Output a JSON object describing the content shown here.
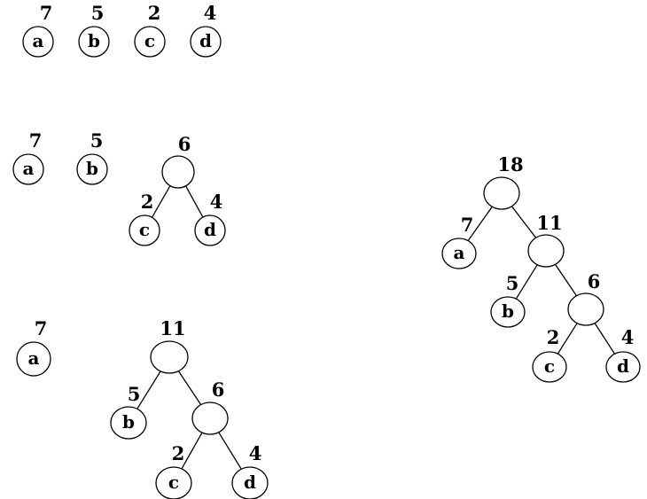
{
  "watermark": "",
  "stages": [
    {
      "id": "stage-1",
      "nodes": [
        {
          "id": "a",
          "label": "a",
          "weight": "7"
        },
        {
          "id": "b",
          "label": "b",
          "weight": "5"
        },
        {
          "id": "c",
          "label": "c",
          "weight": "2"
        },
        {
          "id": "d",
          "label": "d",
          "weight": "4"
        }
      ],
      "edges": []
    },
    {
      "id": "stage-2",
      "nodes": [
        {
          "id": "a",
          "label": "a",
          "weight": "7"
        },
        {
          "id": "b",
          "label": "b",
          "weight": "5"
        },
        {
          "id": "n6",
          "label": "",
          "weight": "6"
        },
        {
          "id": "c",
          "label": "c",
          "weight": "2"
        },
        {
          "id": "d",
          "label": "d",
          "weight": "4"
        }
      ],
      "edges": [
        [
          "n6",
          "c"
        ],
        [
          "n6",
          "d"
        ]
      ]
    },
    {
      "id": "stage-3",
      "nodes": [
        {
          "id": "a",
          "label": "a",
          "weight": "7"
        },
        {
          "id": "n11",
          "label": "",
          "weight": "11"
        },
        {
          "id": "b",
          "label": "b",
          "weight": "5"
        },
        {
          "id": "n6",
          "label": "",
          "weight": "6"
        },
        {
          "id": "c",
          "label": "c",
          "weight": "2"
        },
        {
          "id": "d",
          "label": "d",
          "weight": "4"
        }
      ],
      "edges": [
        [
          "n11",
          "b"
        ],
        [
          "n11",
          "n6"
        ],
        [
          "n6",
          "c"
        ],
        [
          "n6",
          "d"
        ]
      ]
    },
    {
      "id": "stage-4",
      "nodes": [
        {
          "id": "n18",
          "label": "",
          "weight": "18"
        },
        {
          "id": "a",
          "label": "a",
          "weight": "7"
        },
        {
          "id": "n11",
          "label": "",
          "weight": "11"
        },
        {
          "id": "b",
          "label": "b",
          "weight": "5"
        },
        {
          "id": "n6",
          "label": "",
          "weight": "6"
        },
        {
          "id": "c",
          "label": "c",
          "weight": "2"
        },
        {
          "id": "d",
          "label": "d",
          "weight": "4"
        }
      ],
      "edges": [
        [
          "n18",
          "a"
        ],
        [
          "n18",
          "n11"
        ],
        [
          "n11",
          "b"
        ],
        [
          "n11",
          "n6"
        ],
        [
          "n6",
          "c"
        ],
        [
          "n6",
          "d"
        ]
      ]
    }
  ]
}
